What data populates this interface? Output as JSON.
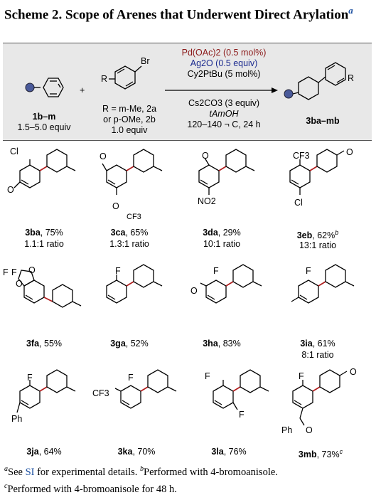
{
  "title": {
    "main": "Scheme 2. Scope of Arenes that Underwent Direct Arylation",
    "sup": "a"
  },
  "scheme": {
    "reactant_label": "1b–m",
    "reactant_equiv": "1.5–5.0 equiv",
    "plus": "+",
    "aryl_R": "R",
    "aryl_Br": "Br",
    "aryl_line1": "R = m-Me, 2a",
    "aryl_line2": "or p-OMe, 2b",
    "aryl_equiv": "1.0 equiv",
    "cond_above": [
      "Pd(OAc)2 (0.5 mol%)",
      "Ag2O (0.5 equiv)",
      "Cy2PtBu (5 mol%)"
    ],
    "cond_below": [
      "Cs2CO3 (3 equiv)",
      "tAmOH",
      "120–140 ¬ C, 24 h"
    ],
    "product_R": "R",
    "product_label": "3ba–mb"
  },
  "products": [
    {
      "id": "3ba",
      "yield": ", 75%",
      "ratio": "1.1:1 ratio",
      "subs": [
        "Cl",
        "O"
      ]
    },
    {
      "id": "3ca",
      "yield": ", 65%",
      "ratio": "1.3:1 ratio",
      "subs": [
        "O",
        "O",
        "CF3"
      ]
    },
    {
      "id": "3da",
      "yield": ", 29%",
      "ratio": "10:1 ratio",
      "subs": [
        "O",
        "NO2"
      ]
    },
    {
      "id": "3eb",
      "yield": ", 62%",
      "sup": "b",
      "ratio": "13:1 ratio",
      "subs": [
        "CF3",
        "O",
        "Cl"
      ]
    },
    {
      "id": "3fa",
      "yield": ", 55%",
      "subs": [
        "F",
        "F",
        "O",
        "O"
      ]
    },
    {
      "id": "3ga",
      "yield": ", 52%",
      "subs": [
        "F"
      ]
    },
    {
      "id": "3ha",
      "yield": ", 83%",
      "subs": [
        "O",
        "F"
      ]
    },
    {
      "id": "3ia",
      "yield": ", 61%",
      "ratio": "8:1 ratio",
      "subs": [
        "F"
      ]
    },
    {
      "id": "3ja",
      "yield": ", 64%",
      "subs": [
        "F",
        "Ph"
      ]
    },
    {
      "id": "3ka",
      "yield": ", 70%",
      "subs": [
        "CF3",
        "F"
      ]
    },
    {
      "id": "3la",
      "yield": ", 76%",
      "subs": [
        "F",
        "F"
      ]
    },
    {
      "id": "3mb",
      "yield": ", 73%",
      "sup": "c",
      "subs": [
        "F",
        "O",
        "Ph",
        "O"
      ]
    }
  ],
  "footnotes": {
    "a_pre": "See ",
    "a_link": "SI",
    "a_post": " for experimental details.",
    "b_text": "Performed with 4-bromoanisole.",
    "c_text": "Performed with 4-bromoanisole for 48 h.",
    "marks": [
      "a",
      "b",
      "c"
    ]
  }
}
